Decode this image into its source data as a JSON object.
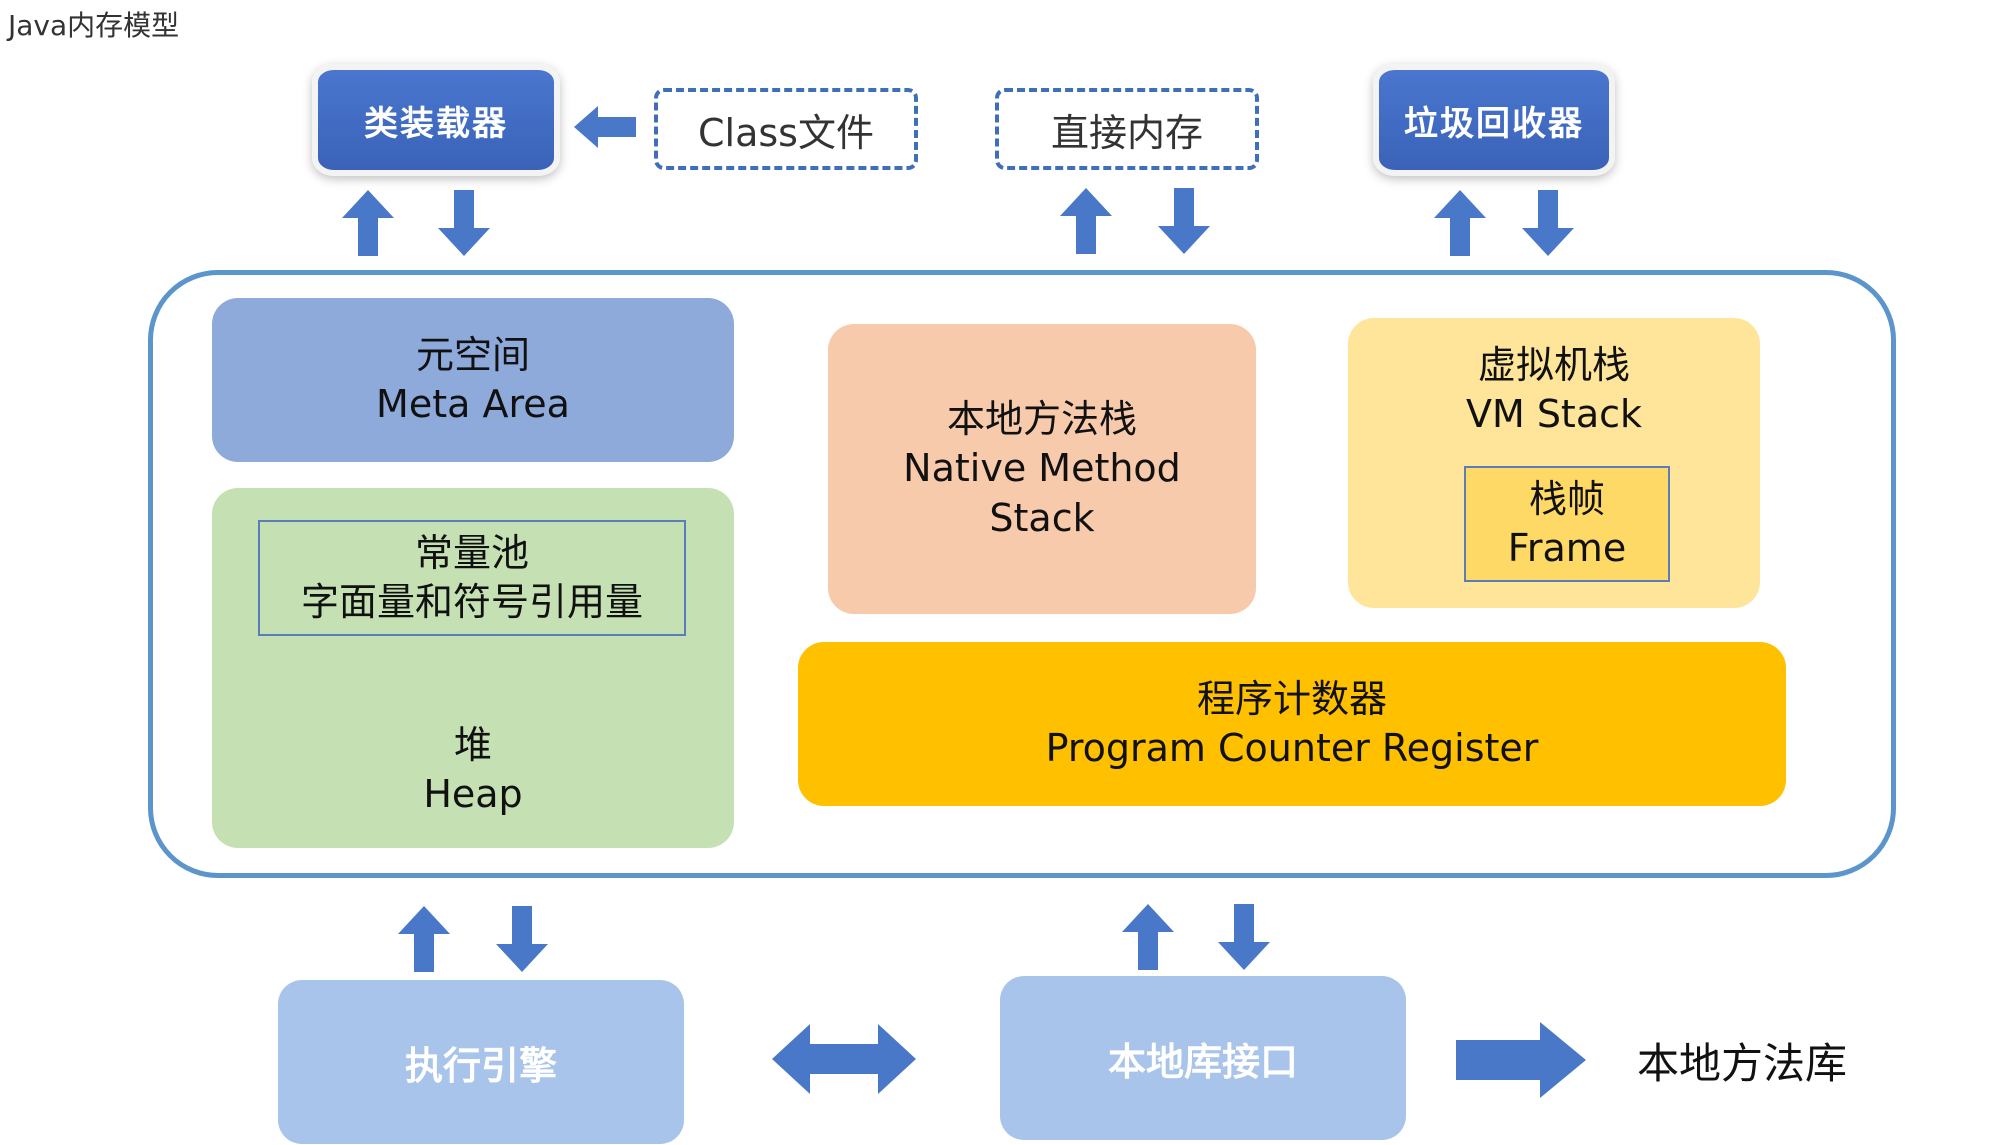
{
  "page": {
    "title": "Java内存模型"
  },
  "top": {
    "classloader": "类装载器",
    "class_file": "Class文件",
    "direct_memory": "直接内存",
    "gc": "垃圾回收器"
  },
  "memory": {
    "meta": {
      "zh": "元空间",
      "en": "Meta Area"
    },
    "pool": {
      "zh": "常量池",
      "sub": "字面量和符号引用量"
    },
    "heap": {
      "zh": "堆",
      "en": "Heap"
    },
    "native": {
      "zh": "本地方法栈",
      "en1": "Native Method",
      "en2": "Stack"
    },
    "vm": {
      "zh": "虚拟机栈",
      "en": "VM Stack"
    },
    "frame": {
      "zh": "栈帧",
      "en": "Frame"
    },
    "pc": {
      "zh": "程序计数器",
      "en": "Program Counter Register"
    }
  },
  "bottom": {
    "engine": "执行引擎",
    "native_interface": "本地库接口",
    "native_lib": "本地方法库"
  },
  "colors": {
    "arrow": "#4a78c8",
    "frame_border": "#5b95cc",
    "meta": "#8eaadb",
    "heap": "#c5e0b3",
    "native": "#f7caac",
    "vm_stack": "#fee599",
    "frame": "#ffd966",
    "pc": "#ffc000",
    "bottom_box": "#a8c4ea",
    "cylinder": "#3a63b8"
  }
}
